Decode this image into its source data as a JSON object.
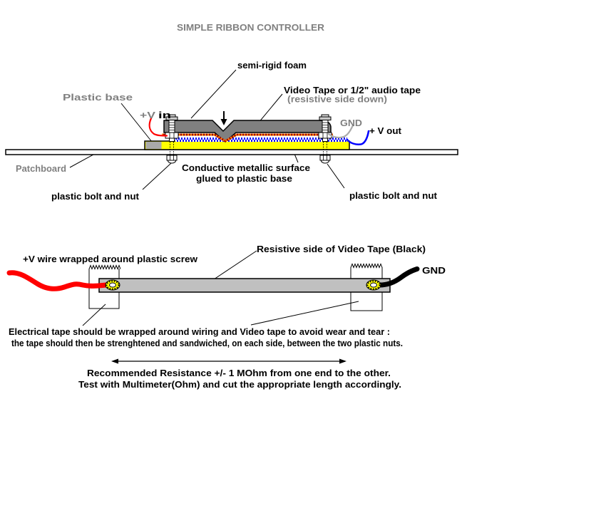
{
  "title": "SIMPLE RIBBON CONTROLLER",
  "top_view": {
    "labels": {
      "semi_rigid_foam": "semi-rigid foam",
      "plastic_base": "Plastic base",
      "video_tape": "Video Tape or 1/2\" audio tape",
      "resistive_side_down": "(resistive side down)",
      "v_in_sign": "+V",
      "v_in_word": "in",
      "gnd": "GND",
      "v_out": "+ V out",
      "patchboard": "Patchboard",
      "conductive_surface_line1": "Conductive metallic surface",
      "conductive_surface_line2": "glued to plastic base",
      "bolt_left": "plastic bolt and nut",
      "bolt_right": "plastic bolt and nut"
    }
  },
  "bottom_view": {
    "labels": {
      "v_wire": "+V wire wrapped around plastic screw",
      "resistive_side": "Resistive side  of Video Tape (Black)",
      "gnd": "GND"
    }
  },
  "notes": {
    "tape_note_line1": "Electrical tape  should  be wrapped around  wiring  and  Video tape  to avoid wear and tear  :",
    "tape_note_line2": "the tape should then be strenghtened and  sandwiched, on each side, between the two plastic nuts.",
    "resistance_line1": "Recommended  Resistance +/- 1 MOhm from one end to the other.",
    "resistance_line2": "Test with Multimeter(Ohm) and  cut the appropriate length accordingly."
  },
  "colors": {
    "label_gray": "#808080",
    "foam_gray": "#808080",
    "tape_red": "#990000",
    "tape_orange": "#ff8000",
    "conductive_blue": "#0000ff",
    "base_yellow": "#ffff00",
    "patch_gray": "#a9a9a9",
    "wire_red": "#ff0000",
    "wire_blue": "#0000ff",
    "wire_gray": "#aaaaaa",
    "wire_black": "#000000",
    "bar_silver": "#c0c0c0",
    "screw_yellow": "#ffff00"
  }
}
